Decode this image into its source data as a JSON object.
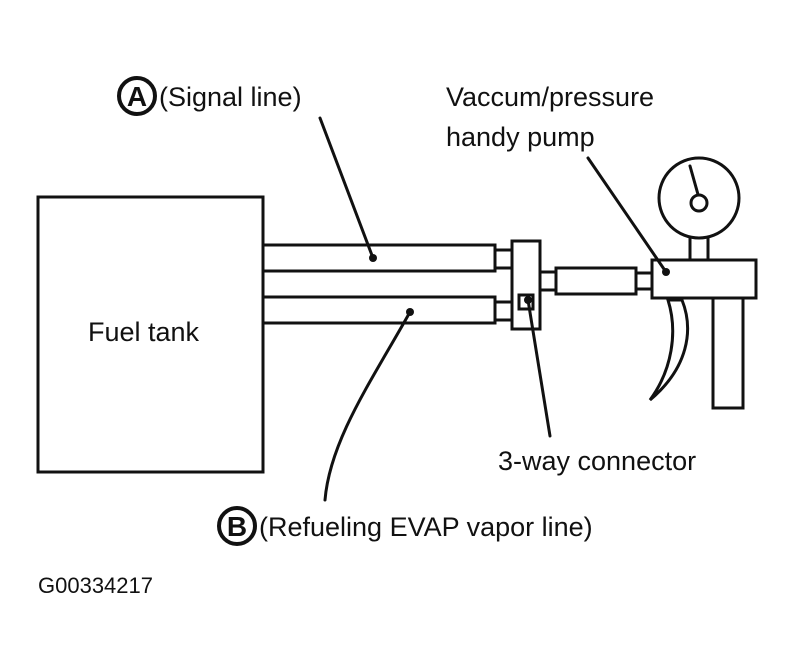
{
  "labels": {
    "signal_badge": "A",
    "signal_line": "(Signal line)",
    "pump_line1": "Vaccum/pressure",
    "pump_line2": "handy pump",
    "fuel_tank": "Fuel tank",
    "connector": "3-way connector",
    "vapor_badge": "B",
    "vapor_line": "(Refueling EVAP vapor line)",
    "figure_code": "G00334217"
  },
  "colors": {
    "ink": "#111111",
    "background": "#ffffff"
  }
}
